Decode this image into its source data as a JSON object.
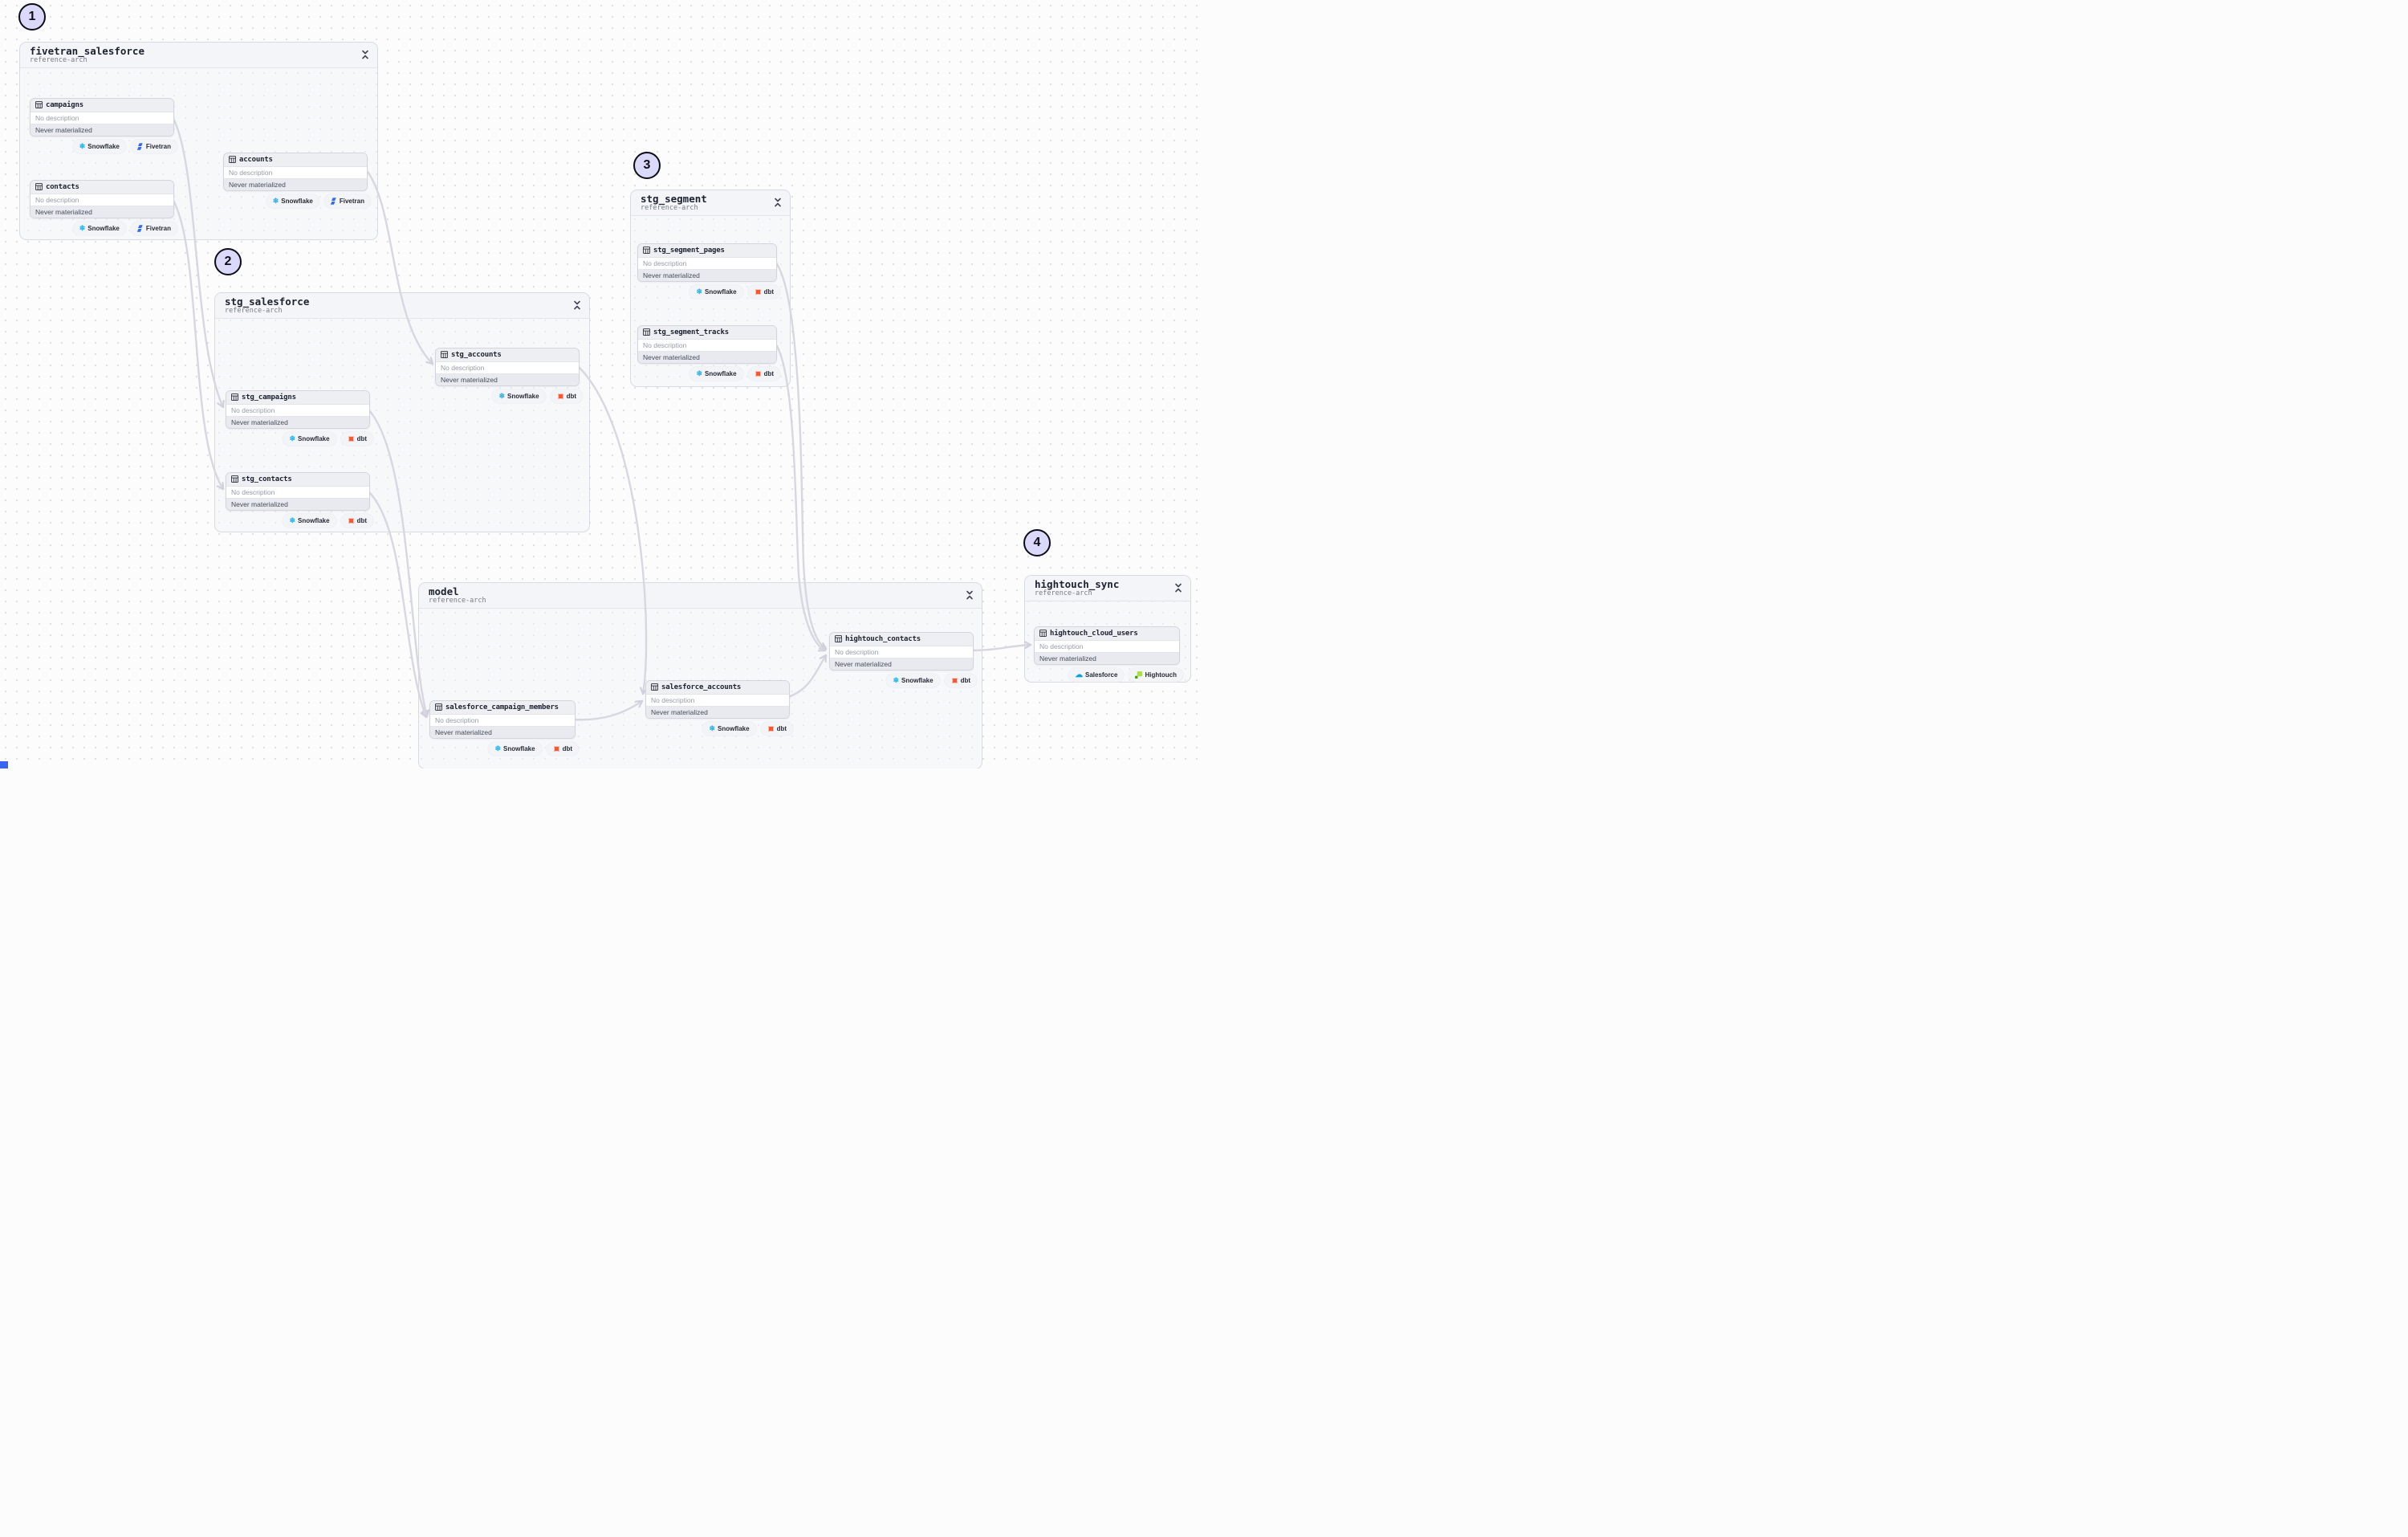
{
  "canvas": {
    "description": "data lineage graph canvas"
  },
  "annotations": [
    {
      "label": "1"
    },
    {
      "label": "2"
    },
    {
      "label": "3"
    },
    {
      "label": "4"
    }
  ],
  "groups": [
    {
      "id": "fivetran_salesforce",
      "title": "fivetran_salesforce",
      "subtitle": "reference-arch",
      "nodes": [
        "campaigns",
        "contacts",
        "accounts"
      ]
    },
    {
      "id": "stg_salesforce",
      "title": "stg_salesforce",
      "subtitle": "reference-arch",
      "nodes": [
        "stg_accounts",
        "stg_campaigns",
        "stg_contacts"
      ]
    },
    {
      "id": "stg_segment",
      "title": "stg_segment",
      "subtitle": "reference-arch",
      "nodes": [
        "stg_segment_pages",
        "stg_segment_tracks"
      ]
    },
    {
      "id": "model",
      "title": "model",
      "subtitle": "reference-arch",
      "nodes": [
        "hightouch_contacts",
        "salesforce_accounts",
        "salesforce_campaign_members"
      ]
    },
    {
      "id": "hightouch_sync",
      "title": "hightouch_sync",
      "subtitle": "reference-arch",
      "nodes": [
        "hightouch_cloud_users"
      ]
    }
  ],
  "nodes": {
    "campaigns": {
      "name": "campaigns",
      "description": "No description",
      "status": "Never materialized",
      "badges": [
        "snowflake",
        "fivetran"
      ]
    },
    "contacts": {
      "name": "contacts",
      "description": "No description",
      "status": "Never materialized",
      "badges": [
        "snowflake",
        "fivetran"
      ]
    },
    "accounts": {
      "name": "accounts",
      "description": "No description",
      "status": "Never materialized",
      "badges": [
        "snowflake",
        "fivetran"
      ]
    },
    "stg_accounts": {
      "name": "stg_accounts",
      "description": "No description",
      "status": "Never materialized",
      "badges": [
        "snowflake",
        "dbt"
      ]
    },
    "stg_campaigns": {
      "name": "stg_campaigns",
      "description": "No description",
      "status": "Never materialized",
      "badges": [
        "snowflake",
        "dbt"
      ]
    },
    "stg_contacts": {
      "name": "stg_contacts",
      "description": "No description",
      "status": "Never materialized",
      "badges": [
        "snowflake",
        "dbt"
      ]
    },
    "stg_segment_pages": {
      "name": "stg_segment_pages",
      "description": "No description",
      "status": "Never materialized",
      "badges": [
        "snowflake",
        "dbt"
      ]
    },
    "stg_segment_tracks": {
      "name": "stg_segment_tracks",
      "description": "No description",
      "status": "Never materialized",
      "badges": [
        "snowflake",
        "dbt"
      ]
    },
    "hightouch_contacts": {
      "name": "hightouch_contacts",
      "description": "No description",
      "status": "Never materialized",
      "badges": [
        "snowflake",
        "dbt"
      ]
    },
    "salesforce_accounts": {
      "name": "salesforce_accounts",
      "description": "No description",
      "status": "Never materialized",
      "badges": [
        "snowflake",
        "dbt"
      ]
    },
    "salesforce_campaign_members": {
      "name": "salesforce_campaign_members",
      "description": "No description",
      "status": "Never materialized",
      "badges": [
        "snowflake",
        "dbt"
      ]
    },
    "hightouch_cloud_users": {
      "name": "hightouch_cloud_users",
      "description": "No description",
      "status": "Never materialized",
      "badges": [
        "salesforce",
        "hightouch"
      ]
    }
  },
  "badge_defs": {
    "snowflake": {
      "label": "Snowflake",
      "icon": "snowflake-icon",
      "color": "#2bb4e8"
    },
    "fivetran": {
      "label": "Fivetran",
      "icon": "fivetran-icon",
      "color": "#2f6bf0"
    },
    "dbt": {
      "label": "dbt",
      "icon": "dbt-icon",
      "color": "#ff5632"
    },
    "salesforce": {
      "label": "Salesforce",
      "icon": "salesforce-icon",
      "color": "#00a1e0"
    },
    "hightouch": {
      "label": "Hightouch",
      "icon": "hightouch-icon",
      "color": "#a6e23e"
    }
  },
  "edges": [
    {
      "from": "campaigns",
      "to": "stg_campaigns"
    },
    {
      "from": "contacts",
      "to": "stg_contacts"
    },
    {
      "from": "accounts",
      "to": "stg_accounts"
    },
    {
      "from": "stg_campaigns",
      "to": "salesforce_campaign_members"
    },
    {
      "from": "stg_contacts",
      "to": "salesforce_campaign_members"
    },
    {
      "from": "stg_accounts",
      "to": "salesforce_accounts"
    },
    {
      "from": "salesforce_campaign_members",
      "to": "salesforce_accounts"
    },
    {
      "from": "stg_segment_pages",
      "to": "hightouch_contacts"
    },
    {
      "from": "stg_segment_tracks",
      "to": "hightouch_contacts"
    },
    {
      "from": "salesforce_accounts",
      "to": "hightouch_contacts"
    },
    {
      "from": "hightouch_contacts",
      "to": "hightouch_cloud_users"
    }
  ],
  "colors": {
    "annotation_fill": "#dbd9f9",
    "annotation_border": "#0d0d16",
    "edge": "#d8d6e0",
    "canvas_dot": "#dfe1e7",
    "group_border": "#d8dae1",
    "corner_chip": "#3b63f3"
  }
}
